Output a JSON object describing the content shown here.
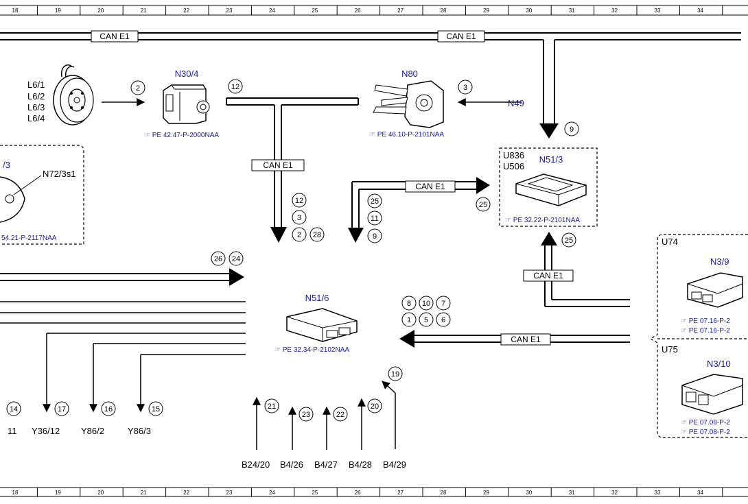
{
  "ruler": {
    "numbers": [
      "18",
      "19",
      "20",
      "21",
      "22",
      "23",
      "24",
      "25",
      "26",
      "27",
      "28",
      "29",
      "30",
      "31",
      "32",
      "33",
      "34"
    ]
  },
  "can_labels": [
    "CAN E1",
    "CAN E1",
    "CAN E1",
    "CAN E1",
    "CAN E1",
    "CAN E1"
  ],
  "components": {
    "wheel_sensor": {
      "labels": [
        "L6/1",
        "L6/2",
        "L6/3",
        "L6/4"
      ]
    },
    "n30_4": {
      "title": "N30/4",
      "ref": "PE 42.47-P-2000NAA"
    },
    "n80": {
      "title": "N80",
      "ref": "PE 46.10-P-2101NAA",
      "input": "N49"
    },
    "n51_3": {
      "title": "N51/3",
      "codes": [
        "U836",
        "U506"
      ],
      "ref": "PE 32.22-P-2101NAA"
    },
    "n72": {
      "title_partial": "/3",
      "switch": "N72/3s1",
      "ref_partial": "54.21-P-2117NAA"
    },
    "n51_6": {
      "title": "N51/6",
      "ref": "PE 32.34-P-2102NAA"
    },
    "n3_9": {
      "code": "U74",
      "title": "N3/9",
      "refs": [
        "PE 07.16-P-2",
        "PE 07.16-P-2"
      ]
    },
    "n3_10": {
      "code": "U75",
      "title": "N3/10",
      "refs": [
        "PE 07.08-P-2",
        "PE 07.08-P-2"
      ]
    }
  },
  "circle_numbers": {
    "c2": "2",
    "c12": "12",
    "c3": "3",
    "c9": "9",
    "v_12": "12",
    "v_3": "3",
    "v_2": "2",
    "v_28": "28",
    "v_25": "25",
    "v_11": "11",
    "v_9": "9",
    "in_25": "25",
    "up_25": "25",
    "c26": "26",
    "c24": "24",
    "g8": "8",
    "g10": "10",
    "g7": "7",
    "g1": "1",
    "g5": "5",
    "g6": "6",
    "c19": "19",
    "c21": "21",
    "c23": "23",
    "c22": "22",
    "c20": "20",
    "c14": "14",
    "c17": "17",
    "c16": "16",
    "c15": "15"
  },
  "bottom_outputs": [
    "11",
    "Y36/12",
    "Y86/2",
    "Y86/3"
  ],
  "bottom_inputs": [
    "B24/20",
    "B4/26",
    "B4/27",
    "B4/28",
    "B4/29"
  ]
}
